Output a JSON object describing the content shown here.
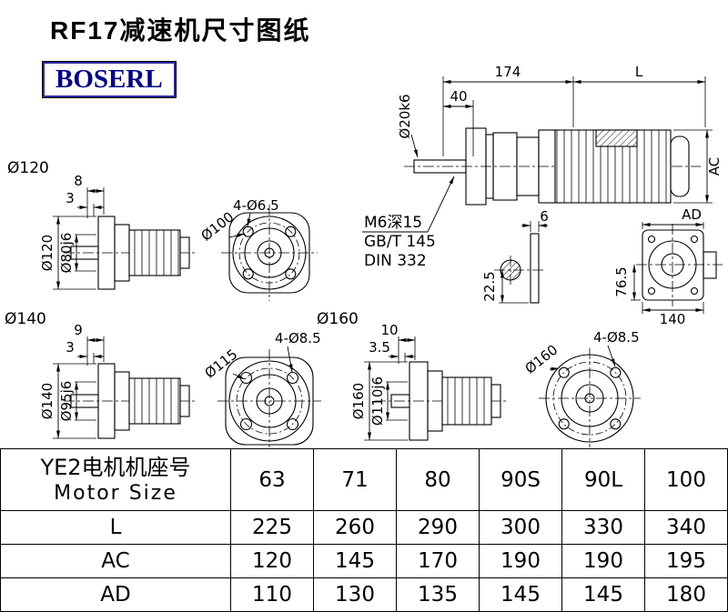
{
  "header": {
    "title": "RF17减速机尺寸图纸",
    "logo": "BOSERL"
  },
  "assembly": {
    "dim_174": "174",
    "dim_L": "L",
    "dim_40": "40",
    "shaft_dia": "Ø20k6",
    "dim_AC": "AC",
    "dim_AD": "AD",
    "note_tap": "M6深15",
    "note_gb": "GB/T 145",
    "note_din": "DIN 332",
    "key_width": "6",
    "key_depth": "22.5",
    "flange_h": "76.5",
    "flange_w": "140"
  },
  "flange120": {
    "label": "Ø120",
    "dim_a": "8",
    "dim_b": "3",
    "d_outer": "Ø120",
    "d_spigot": "Ø80j6",
    "holes": "4-Ø6.5",
    "bolt_circle": "Ø100"
  },
  "flange140": {
    "label": "Ø140",
    "dim_a": "9",
    "dim_b": "3",
    "d_outer": "Ø140",
    "d_spigot": "Ø95j6",
    "holes": "4-Ø8.5",
    "bolt_circle": "Ø115"
  },
  "flange160": {
    "label": "Ø160",
    "dim_a": "10",
    "dim_b": "3.5",
    "d_outer": "Ø160",
    "d_spigot": "Ø110j6",
    "holes": "4-Ø8.5",
    "bolt_circle": "Ø160"
  },
  "table": {
    "header_cn": "YE2电机机座号",
    "header_en": "Motor Size",
    "motor_sizes": [
      "63",
      "71",
      "80",
      "90S",
      "90L",
      "100"
    ],
    "rows": [
      {
        "label": "L",
        "values": [
          "225",
          "260",
          "290",
          "300",
          "330",
          "340"
        ]
      },
      {
        "label": "AC",
        "values": [
          "120",
          "145",
          "170",
          "190",
          "190",
          "195"
        ]
      },
      {
        "label": "AD",
        "values": [
          "110",
          "130",
          "135",
          "145",
          "145",
          "180"
        ]
      }
    ]
  }
}
